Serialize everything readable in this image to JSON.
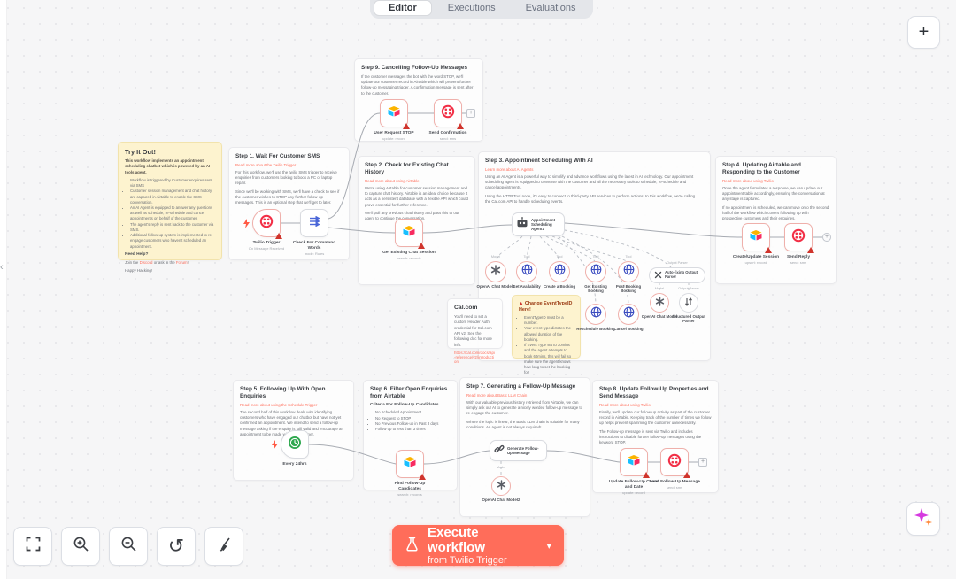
{
  "colors": {
    "accent": "#ff6d5a",
    "twilio": "#f22f46",
    "airtable_yellow": "#fcb400",
    "airtable_blue": "#18bfff",
    "airtable_red": "#f82b60",
    "http_blue": "#3b4cc0",
    "schedule_green": "#2fa84f",
    "warning_red": "#d0342c"
  },
  "tabs": [
    {
      "label": "Editor"
    },
    {
      "label": "Executions"
    },
    {
      "label": "Evaluations"
    }
  ],
  "header": {
    "add_label": "+"
  },
  "misc": {
    "collapse_chevron": "‹",
    "reset_glyph": "↺"
  },
  "execute": {
    "title": "Execute workflow",
    "subtitle": "from Twilio Trigger",
    "chevron": "▾"
  },
  "ports": {
    "model": "Model",
    "tool": "Tool",
    "memory": "Memory",
    "output_parser": "Output Parser"
  },
  "endpoint_plus": "+",
  "notes": {
    "try": {
      "title": "Try It Out!",
      "intro": "This workflow implements an appointment scheduling chatbot which is powered by an AI tools agent.",
      "bullets": [
        "Workflow is triggered by Customer enquires sent via SMS",
        "Customer session management and chat history are captured in Airtable to enable the SMS conversation.",
        "An AI Agent is equipped to answer any questions as well as schedule, re-schedule and cancel appointments on behalf of the customer.",
        "The agent's reply is sent back to the customer via SMS.",
        "Additional follow-up system is implemented to re-engage customers who haven't scheduled an appointment."
      ],
      "help_title": "Need Help?",
      "help_prefix": "Join the ",
      "help_link1": "Discord",
      "help_mid": " or ask in the ",
      "help_link2": "Forum",
      "help_suffix": "!",
      "closing": "Happy Hacking!"
    },
    "s1": {
      "title": "Step 1. Wait For Customer SMS",
      "link": "Read more about the Twilio Trigger",
      "p1": "For this workflow, we'll use the twilio SMS trigger to receive enquiries from customers looking to book a PC or laptop repair.",
      "p2": "Since we'll be working with SMS, we'll have a check to see if the customer wishes to STOP any further follow-up messages. This is an optional step that we'll get to later."
    },
    "s9": {
      "title": "Step 9. Cancelling Follow-Up Messages",
      "p1": "If the customer messages the bot with the word STOP, we'll update our customer record in Airtable which will prevent further follow-up messaging trigger. A confirmation message is sent after to the customer."
    },
    "s2": {
      "title": "Step 2. Check for Existing Chat History",
      "link": "Read more about using Airtable",
      "p1": "We're using Airtable for customer session management and to capture chat history. Airtable is an ideal choice because it acts as a persistent database with a flexible API which could prove essential for further reference.",
      "p2": "We'll pull any previous chat history and pass this to our agent to continue the conversation."
    },
    "s3": {
      "title": "Step 3. Appointment Scheduling With AI",
      "link": "Learn more about AI Agents",
      "p1": "Using an AI Agent is a powerful way to simplify and advance workflows using the latest in AI technology. Our appointment scheduling agent is equipped to converse with the customer and all the necessary tools to schedule, re-schedule and cancel appointments.",
      "p2": "Using the HTTP Tool node, it's easy to connect to third-party API services to perform actions. In this workflow, we're calling the Cal.com API to handle scheduling events."
    },
    "s4": {
      "title": "Step 4. Updating Airtable and Responding to the Customer",
      "link": "Read more about using Twilio",
      "p1": "Once the agent formulates a response, we can update our appointment table accordingly, ensuring the conversation at any stage is captured.",
      "p2": "If no appointment is scheduled, we can move onto the second half of the workflow which covers following up with prospective customers and their enquiries."
    },
    "s5": {
      "title": "Step 5. Following Up With Open Enquiries",
      "link": "Read more about using the Schedule Trigger",
      "p1": "The second half of this workflow deals with identifying customers who have engaged our chatbot but have not yet confirmed an appointment. We intend to send a follow-up message asking if the enquiry is still valid and encourage an appointment to be made with the customer."
    },
    "s6": {
      "title": "Step 6. Filter Open Enquiries from Airtable",
      "criteria_title": "Criteria For Follow-Up Candidates",
      "bullets": [
        "No Scheduled Appointment",
        "No Request to STOP",
        "No Previous Follow-up in Past 3 days",
        "Follow up to less than 3 times"
      ]
    },
    "s7": {
      "title": "Step 7. Generating a Follow-Up Message",
      "link": "Read more about Basic LLM Chain",
      "p1": "With our valuable previous history retrieved from Airtable, we can simply ask our AI to generate a nicely worded follow-up message to re-engage the customer.",
      "p2": "Where the logic is linear, the Basic LLM chain is suitable for many conditions. An agent is not always required!"
    },
    "s8": {
      "title": "Step 8. Update Follow-Up Properties and Send Message",
      "link": "Read more about using Twilio",
      "p1": "Finally, we'll update our follow-up activity as part of the customer record in Airtable. Keeping track of the number of times we follow up helps prevent spamming the customer unnecessarily.",
      "p2": "The Follow-up message is sent via Twilio and includes instructions to disable further follow-up messages using the keyword STOP."
    },
    "cal": {
      "title": "Cal.com",
      "p1": "You'll need to set a custom Header Auth credential for Cal.com API v2. See the following doc for more info:",
      "link": "https://cal.com/docs/api-reference/v2/introduction"
    },
    "evt": {
      "title": "Change EventTypeID Here!",
      "bullets": [
        "EventTypeID must be a number.",
        "Your event type dictates the allowed duration of the booking.",
        "If Event Type set to 30mins and the agent attempts to book 60mins, this will fail so make sure the agent knows how long to set the booking for!"
      ]
    }
  },
  "nodes": {
    "twilio_trigger": {
      "label": "Twilio Trigger",
      "sub": "On Message Received"
    },
    "check_command": {
      "label": "Check For Command Words",
      "sub": "mode: Rules"
    },
    "user_stop": {
      "label": "User Request STOP",
      "sub": "update: record"
    },
    "send_confirmation": {
      "label": "Send Confirmation",
      "sub": "send: sms"
    },
    "get_chat": {
      "label": "Get Existing Chat Session",
      "sub": "search: records"
    },
    "agent": {
      "label": "Appointment Scheduling Agent1"
    },
    "openai1": {
      "label": "OpenAI Chat Model1"
    },
    "get_availability": {
      "label": "Get Availability"
    },
    "create_booking": {
      "label": "Create a Booking"
    },
    "get_existing_booking": {
      "label": "Get Existing Booking"
    },
    "post_booking": {
      "label": "Post Booking Booking"
    },
    "reschedule_booking": {
      "label": "Reschedule Booking"
    },
    "cancel_booking": {
      "label": "Cancel Booking"
    },
    "autofix_parser": {
      "label": "Auto-fixing Output Parser"
    },
    "openai3": {
      "label": "OpenAI Chat Model"
    },
    "structured_parser": {
      "label": "Structured Output Parser"
    },
    "create_update_session": {
      "label": "Create/Update Session",
      "sub": "upsert: record"
    },
    "send_reply": {
      "label": "Send Reply",
      "sub": "send: sms"
    },
    "every24": {
      "label": "Every 24hrs"
    },
    "find_candidates": {
      "label": "Find Follow-Up Candidates",
      "sub": "search: records"
    },
    "generate_followup": {
      "label": "Generate Follow-Up Message"
    },
    "openai2": {
      "label": "OpenAI Chat Model2"
    },
    "update_followup": {
      "label": "Update Follow-Up Count and Date",
      "sub": "update: record"
    },
    "send_followup": {
      "label": "Send Follow-Up Message",
      "sub": "send: sms"
    }
  }
}
